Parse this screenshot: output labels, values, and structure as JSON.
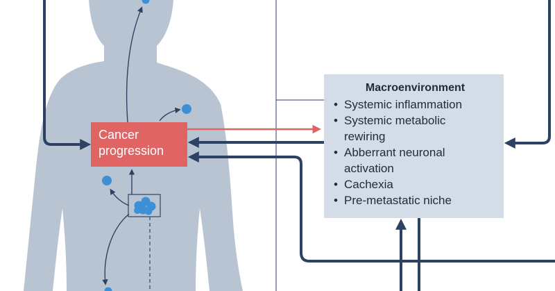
{
  "cancer_box": {
    "line1": "Cancer",
    "line2": "progression"
  },
  "macroenvironment": {
    "title": "Macroenvironment",
    "items": [
      {
        "line1": "Systemic inflammation",
        "line2": ""
      },
      {
        "line1": "Systemic metabolic",
        "line2": "rewiring"
      },
      {
        "line1": "Abberrant neuronal",
        "line2": "activation"
      },
      {
        "line1": "Cachexia",
        "line2": ""
      },
      {
        "line1": "Pre-metastatic niche",
        "line2": ""
      }
    ]
  },
  "colors": {
    "body_silhouette": "#b9c4d3",
    "arrow_navy": "#2d4263",
    "arrow_red": "#e06464",
    "cell_blue": "#3d8fd6",
    "macro_box": "#d4dde7",
    "cancer_box": "#e06464"
  }
}
